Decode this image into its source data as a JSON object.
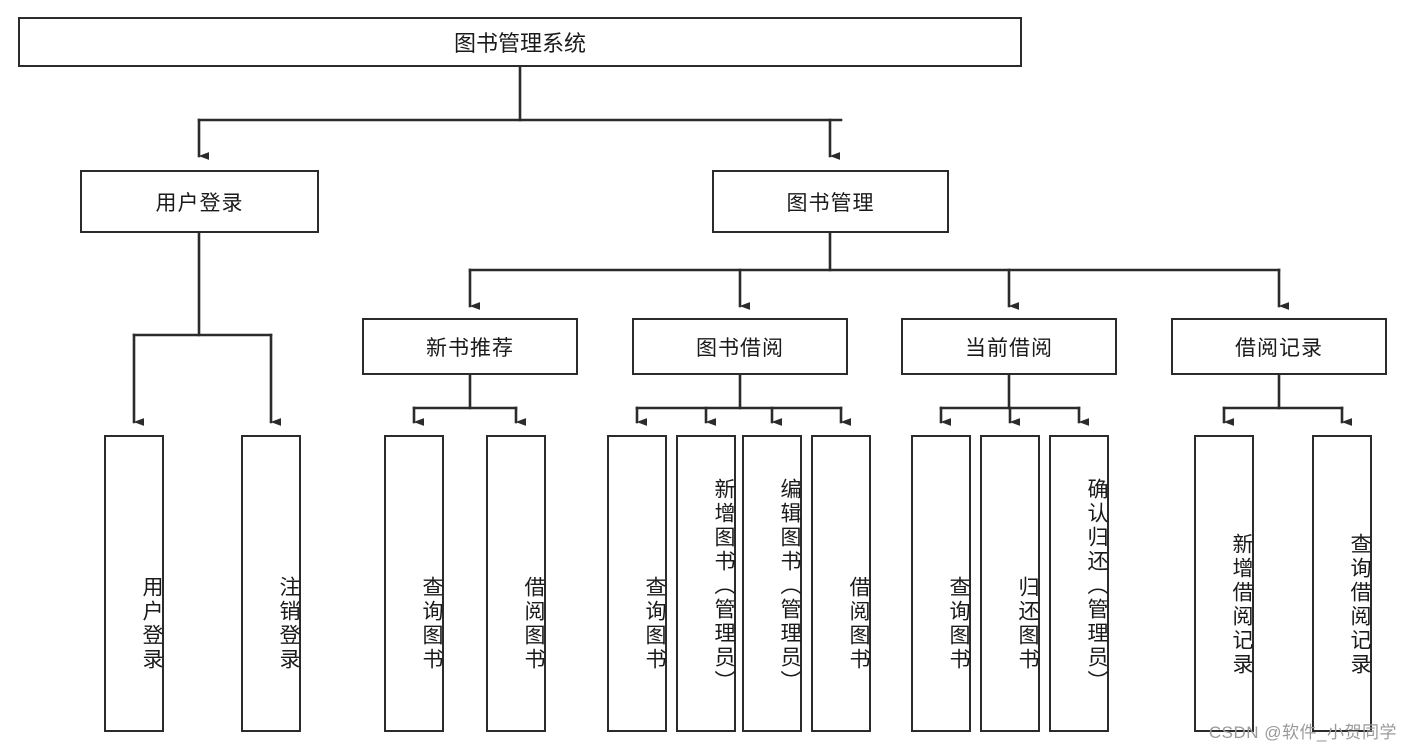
{
  "diagram": {
    "title": "图书管理系统",
    "type": "hierarchy-tree",
    "root": {
      "label": "图书管理系统"
    },
    "level2": [
      {
        "label": "用户登录"
      },
      {
        "label": "图书管理"
      }
    ],
    "level3": [
      {
        "label": "新书推荐"
      },
      {
        "label": "图书借阅"
      },
      {
        "label": "当前借阅"
      },
      {
        "label": "借阅记录"
      }
    ],
    "leaves": {
      "user_login": [
        {
          "label": "用户登录"
        },
        {
          "label": "注销登录"
        }
      ],
      "new_book_recommend": [
        {
          "label": "查询图书"
        },
        {
          "label": "借阅图书"
        }
      ],
      "book_borrow": [
        {
          "label": "查询图书"
        },
        {
          "label": "新增图书（管理员）"
        },
        {
          "label": "编辑图书（管理员）"
        },
        {
          "label": "借阅图书"
        }
      ],
      "current_borrow": [
        {
          "label": "查询图书"
        },
        {
          "label": "归还图书"
        },
        {
          "label": "确认归还（管理员）"
        }
      ],
      "borrow_record": [
        {
          "label": "新增借阅记录"
        },
        {
          "label": "查询借阅记录"
        }
      ]
    }
  },
  "watermark": {
    "text": "CSDN @软件_小贺同学"
  },
  "colors": {
    "border": "#2b2b2b",
    "background": "#ffffff",
    "text": "#1a1a1a",
    "watermark": "#9a9a9a"
  }
}
